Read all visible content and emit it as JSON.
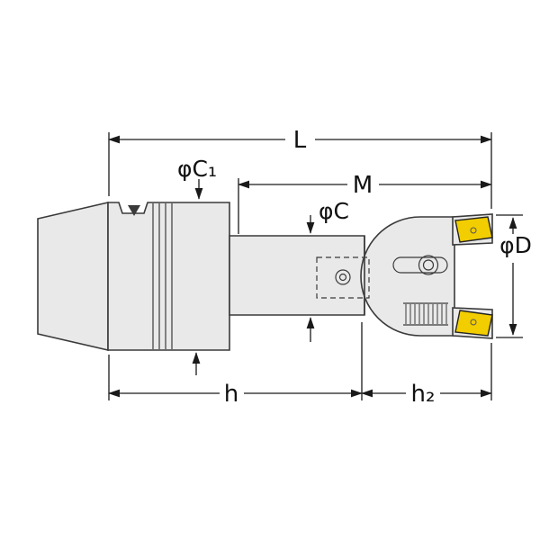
{
  "drawing": {
    "colors": {
      "body_fill": "#e9e9e9",
      "insert_fill": "#f2cd00",
      "line_color": "#3a3a3a",
      "dim_color": "#1a1a1a"
    },
    "dimensions": {
      "overall_length": "L",
      "gauge_length": "M",
      "flange_diameter": "φC₁",
      "body_diameter": "φC",
      "cutting_diameter": "φD",
      "shank_length": "h",
      "head_length": "h₂"
    }
  }
}
